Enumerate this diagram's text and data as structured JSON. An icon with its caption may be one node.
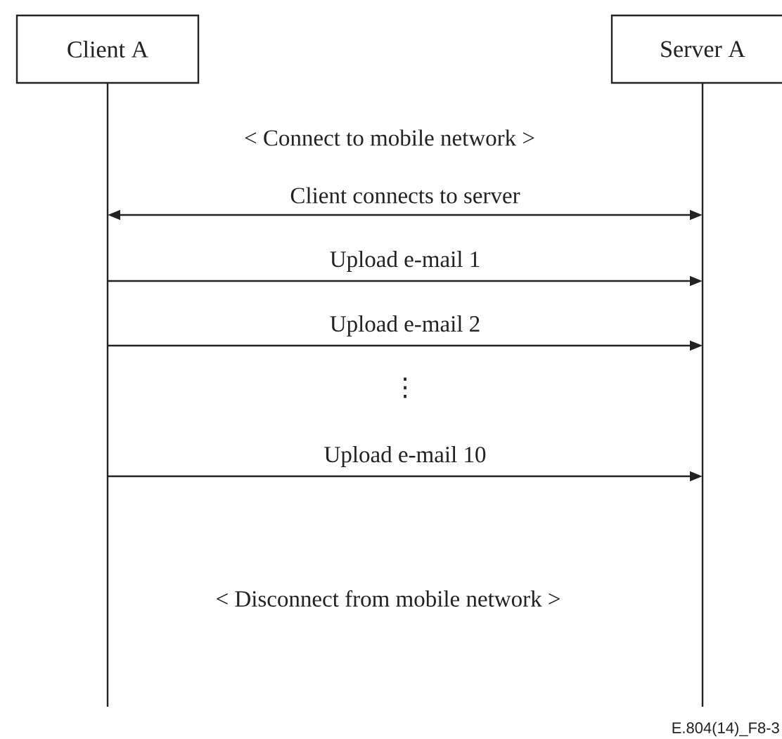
{
  "diagram": {
    "nodes": [
      {
        "text": [
          "Client A"
        ]
      },
      {
        "text": [
          "Server A"
        ]
      }
    ],
    "edges": [
      {
        "from": 0,
        "to": 1,
        "arrow": "both",
        "label": "Client connects to server"
      },
      {
        "from": 0,
        "to": 1,
        "arrow": "to",
        "label": "Upload e-mail 1"
      },
      {
        "from": 0,
        "to": 1,
        "arrow": "to",
        "label": "Upload e-mail 2"
      },
      {
        "from": 0,
        "to": 1,
        "arrow": "to",
        "label": "Upload e-mail 10"
      }
    ],
    "labels": [
      "< Connect to mobile network >",
      "⋮",
      "< Disconnect from mobile network >",
      "E.804(14)_F8-3"
    ]
  }
}
